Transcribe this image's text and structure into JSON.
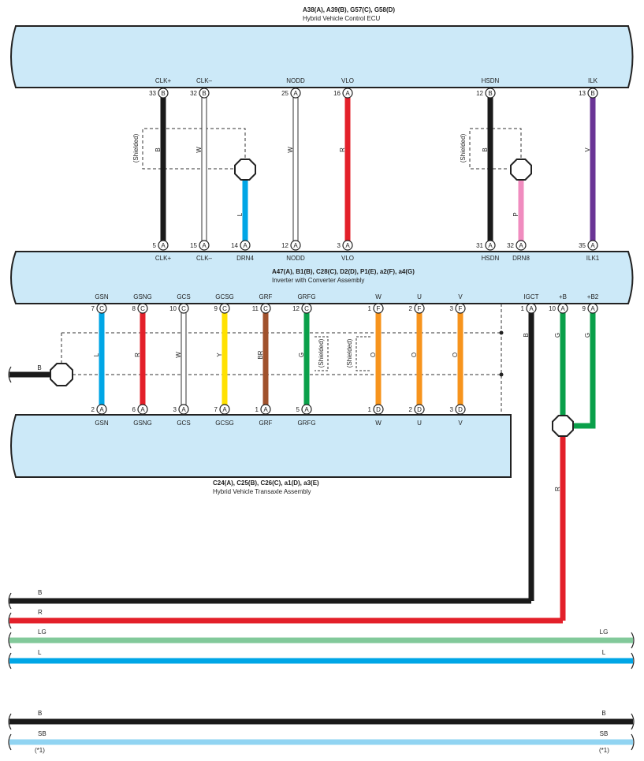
{
  "components": {
    "ecu": {
      "code": "A38(A), A39(B), G57(C), G58(D)",
      "name": "Hybrid Vehicle Control ECU"
    },
    "inverter": {
      "code": "A47(A), B1(B), C28(C), D2(D), P1(E), a2(F), a4(G)",
      "name": "Inverter with Converter Assembly"
    },
    "transaxle": {
      "code": "C24(A), C25(B), C26(C), a1(D), a3(E)",
      "name": "Hybrid Vehicle Transaxle Assembly"
    }
  },
  "colors": {
    "B": "#1a1a1a",
    "W": "#ffffff",
    "L": "#00a6e6",
    "R": "#e3202a",
    "V": "#6a3596",
    "P": "#f08cbf",
    "Y": "#ffe100",
    "BR": "#a0522d",
    "G": "#0aa04a",
    "O": "#f7941d",
    "LG": "#82c99a",
    "SB": "#91d4f2",
    "box": "#cce9f8"
  },
  "ecu_wires": [
    {
      "top_label": "CLK+",
      "top_pin": "33",
      "top_conn": "B",
      "color": "B",
      "bottom_pin": "5",
      "bottom_conn": "A",
      "bottom_label": "CLK+"
    },
    {
      "top_label": "CLK–",
      "top_pin": "32",
      "top_conn": "B",
      "color": "W",
      "bottom_pin": "15",
      "bottom_conn": "A",
      "bottom_label": "CLK–"
    },
    {
      "top_label": "",
      "top_pin": "",
      "top_conn": "",
      "color": "L",
      "bottom_pin": "14",
      "bottom_conn": "A",
      "bottom_label": "DRN4"
    },
    {
      "top_label": "NODD",
      "top_pin": "25",
      "top_conn": "A",
      "color": "W",
      "bottom_pin": "12",
      "bottom_conn": "A",
      "bottom_label": "NODD"
    },
    {
      "top_label": "VLO",
      "top_pin": "16",
      "top_conn": "A",
      "color": "R",
      "bottom_pin": "3",
      "bottom_conn": "A",
      "bottom_label": "VLO"
    },
    {
      "top_label": "HSDN",
      "top_pin": "12",
      "top_conn": "B",
      "color": "B",
      "bottom_pin": "31",
      "bottom_conn": "A",
      "bottom_label": "HSDN"
    },
    {
      "top_label": "",
      "top_pin": "",
      "top_conn": "",
      "color": "P",
      "bottom_pin": "32",
      "bottom_conn": "A",
      "bottom_label": "DRN8"
    },
    {
      "top_label": "ILK",
      "top_pin": "13",
      "top_conn": "B",
      "color": "V",
      "bottom_pin": "35",
      "bottom_conn": "A",
      "bottom_label": "ILK1"
    }
  ],
  "shielded_label": "(Shielded)",
  "inverter_wires": [
    {
      "top_label": "GSN",
      "top_pin": "7",
      "top_conn": "C",
      "color": "L",
      "bottom_pin": "2",
      "bottom_conn": "A",
      "bottom_label": "GSN"
    },
    {
      "top_label": "GSNG",
      "top_pin": "8",
      "top_conn": "C",
      "color": "R",
      "bottom_pin": "6",
      "bottom_conn": "A",
      "bottom_label": "GSNG"
    },
    {
      "top_label": "GCS",
      "top_pin": "10",
      "top_conn": "C",
      "color": "W",
      "bottom_pin": "3",
      "bottom_conn": "A",
      "bottom_label": "GCS"
    },
    {
      "top_label": "GCSG",
      "top_pin": "9",
      "top_conn": "C",
      "color": "Y",
      "bottom_pin": "7",
      "bottom_conn": "A",
      "bottom_label": "GCSG"
    },
    {
      "top_label": "GRF",
      "top_pin": "11",
      "top_conn": "C",
      "color": "BR",
      "bottom_pin": "1",
      "bottom_conn": "A",
      "bottom_label": "GRF"
    },
    {
      "top_label": "GRFG",
      "top_pin": "12",
      "top_conn": "C",
      "color": "G",
      "bottom_pin": "5",
      "bottom_conn": "A",
      "bottom_label": "GRFG"
    },
    {
      "top_label": "W",
      "top_pin": "1",
      "top_conn": "F",
      "color": "O",
      "bottom_pin": "1",
      "bottom_conn": "D",
      "bottom_label": "W"
    },
    {
      "top_label": "U",
      "top_pin": "2",
      "top_conn": "F",
      "color": "O",
      "bottom_pin": "2",
      "bottom_conn": "D",
      "bottom_label": "U"
    },
    {
      "top_label": "V",
      "top_pin": "3",
      "top_conn": "F",
      "color": "O",
      "bottom_pin": "3",
      "bottom_conn": "D",
      "bottom_label": "V"
    }
  ],
  "power_pins": [
    {
      "label": "IGCT",
      "pin": "1",
      "conn": "A",
      "color": "B"
    },
    {
      "label": "+B",
      "pin": "10",
      "conn": "A",
      "color": "G"
    },
    {
      "label": "+B2",
      "pin": "9",
      "conn": "A",
      "color": "G"
    }
  ],
  "ground_wire": {
    "color": "B"
  },
  "junction_wire": {
    "color": "R"
  },
  "harness_lines": [
    {
      "color": "B",
      "left_label": "B",
      "right_label": ""
    },
    {
      "color": "R",
      "left_label": "R",
      "right_label": ""
    },
    {
      "color": "LG",
      "left_label": "LG",
      "right_label": "LG"
    },
    {
      "color": "L",
      "left_label": "L",
      "right_label": "L"
    },
    {
      "color": "B",
      "left_label": "B",
      "right_label": "B"
    },
    {
      "color": "SB",
      "left_label": "SB",
      "right_label": "SB"
    }
  ],
  "footnotes": {
    "left": "(*1)",
    "right": "(*1)"
  }
}
